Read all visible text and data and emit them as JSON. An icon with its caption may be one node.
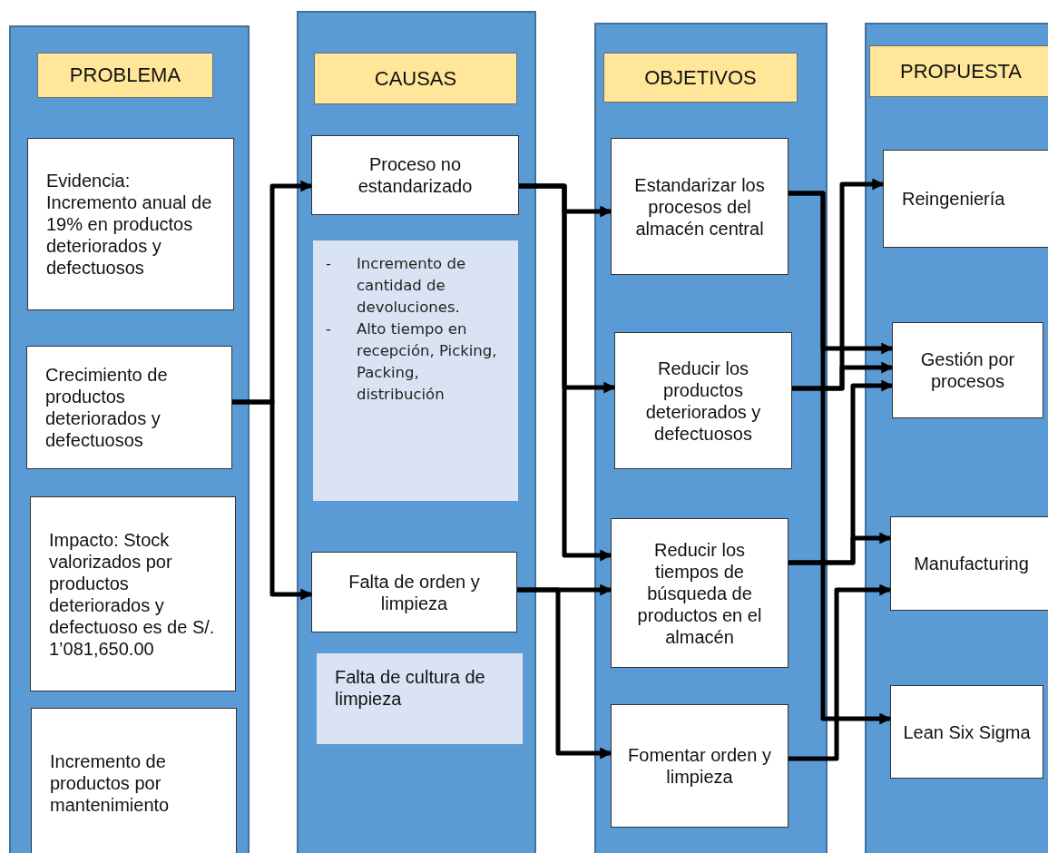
{
  "diagram": {
    "nodes": [
      {
        "text": [],
        "shape": "box"
      },
      {
        "text": [
          "PROBLEMA"
        ],
        "in": 0
      },
      {
        "text": [
          "Evidencia: Incremento anual de 19% en productos deteriorados y defectuosos"
        ],
        "in": 0
      },
      {
        "text": [
          "Crecimiento de productos deteriorados y defectuosos"
        ],
        "in": 0
      },
      {
        "text": [
          "Impacto: Stock valorizados por productos deteriorados y defectuoso es de S/. 1’081,650.00"
        ],
        "in": 0
      },
      {
        "text": [
          "Incremento de productos por mantenimiento"
        ],
        "in": 0
      },
      {
        "text": [],
        "shape": "box"
      },
      {
        "text": [
          "CAUSAS"
        ],
        "in": 6
      },
      {
        "text": [
          "Proceso no estandarizado"
        ],
        "in": 6
      },
      {
        "text": [
          "- Incremento de cantidad de devoluciones.",
          "- Alto tiempo en recepción, Picking, Packing, distribución"
        ],
        "in": 6
      },
      {
        "text": [
          "Falta de orden y limpieza"
        ],
        "in": 6
      },
      {
        "text": [
          "Falta de cultura de limpieza"
        ],
        "in": 6
      },
      {
        "text": [],
        "shape": "box"
      },
      {
        "text": [
          "OBJETIVOS"
        ],
        "in": 12
      },
      {
        "text": [
          "Estandarizar los procesos del almacén central"
        ],
        "in": 12
      },
      {
        "text": [
          "Reducir los productos deteriorados y defectuosos"
        ],
        "in": 12
      },
      {
        "text": [
          "Reducir los tiempos de búsqueda de productos en el almacén"
        ],
        "in": 12
      },
      {
        "text": [
          "Fomentar orden y limpieza"
        ],
        "in": 12
      },
      {
        "text": [],
        "shape": "box"
      },
      {
        "text": [
          "PROPUESTA"
        ],
        "in": 18
      },
      {
        "text": [
          "Reingeniería"
        ],
        "in": 18
      },
      {
        "text": [
          "Gestión por procesos"
        ],
        "in": 18
      },
      {
        "text": [
          "Manufacturing"
        ],
        "in": 18
      },
      {
        "text": [
          "Lean Six Sigma"
        ],
        "in": 18
      }
    ],
    "edges": [
      {
        "from": 3,
        "to": 8,
        "arrow": "to"
      },
      {
        "from": 3,
        "to": 10,
        "arrow": "to"
      },
      {
        "from": 8,
        "to": 14,
        "arrow": "to"
      },
      {
        "from": 8,
        "to": 15,
        "arrow": "to"
      },
      {
        "from": 8,
        "to": 16,
        "arrow": "to"
      },
      {
        "from": 10,
        "to": 16,
        "arrow": "to"
      },
      {
        "from": 10,
        "to": 17,
        "arrow": "to"
      },
      {
        "from": 14,
        "to": 21,
        "arrow": "to"
      },
      {
        "from": 14,
        "to": 23,
        "arrow": "to"
      },
      {
        "from": 15,
        "to": 20,
        "arrow": "to"
      },
      {
        "from": 15,
        "to": 21,
        "arrow": "to"
      },
      {
        "from": 16,
        "to": 21,
        "arrow": "to"
      },
      {
        "from": 16,
        "to": 22,
        "arrow": "to"
      },
      {
        "from": 17,
        "to": 22,
        "arrow": "to"
      }
    ]
  }
}
